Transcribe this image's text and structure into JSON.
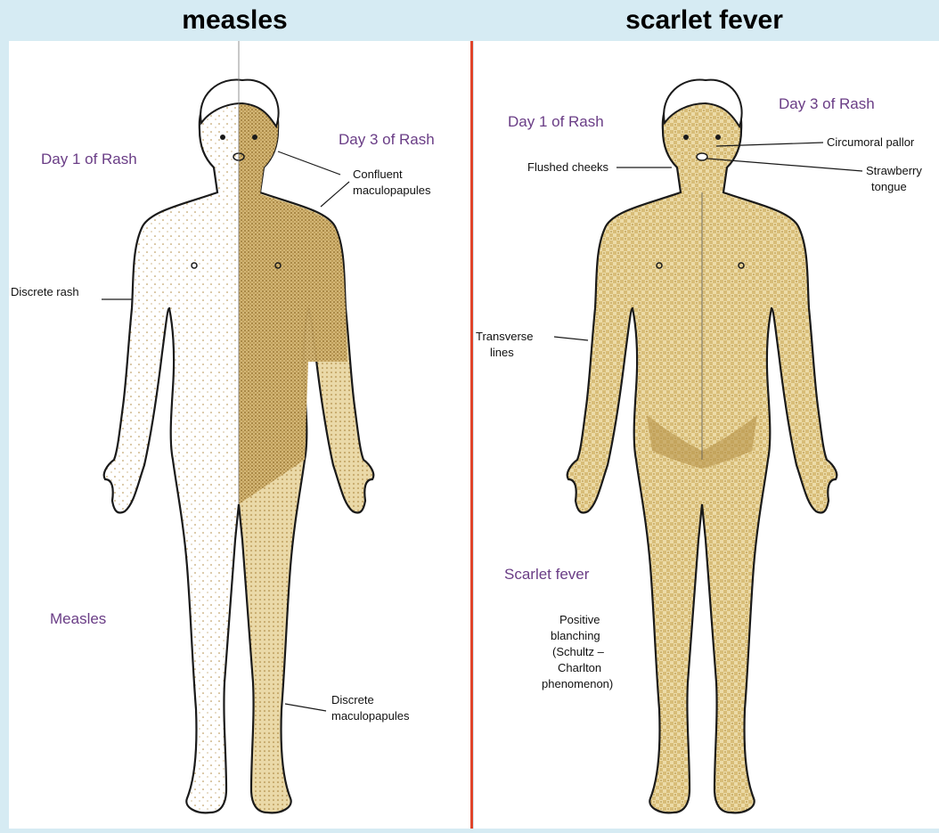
{
  "header": {
    "left_title": "measles",
    "right_title": "scarlet fever"
  },
  "measles": {
    "day1": "Day 1 of Rash",
    "day3": "Day 3 of Rash",
    "confluent_1": "Confluent",
    "confluent_2": "maculopapules",
    "discrete_rash": "Discrete rash",
    "caption": "Measles",
    "discrete_mp_1": "Discrete",
    "discrete_mp_2": "maculopapules"
  },
  "scarlet": {
    "day1": "Day 1 of Rash",
    "day3": "Day 3 of Rash",
    "circumoral": "Circumoral pallor",
    "flushed": "Flushed cheeks",
    "strawberry_1": "Strawberry",
    "strawberry_2": "tongue",
    "transverse_1": "Transverse",
    "transverse_2": "lines",
    "caption": "Scarlet fever",
    "blanching_1": "Positive",
    "blanching_2": "blanching",
    "blanching_3": "(Schultz –",
    "blanching_4": "Charlton",
    "blanching_5": "phenomenon)"
  },
  "colors": {
    "background": "#d6ebf3",
    "divider": "#e0452b",
    "label_purple": "#6a3d86",
    "rash_brown": "#a8822f",
    "rash_light": "#e7d59f"
  }
}
